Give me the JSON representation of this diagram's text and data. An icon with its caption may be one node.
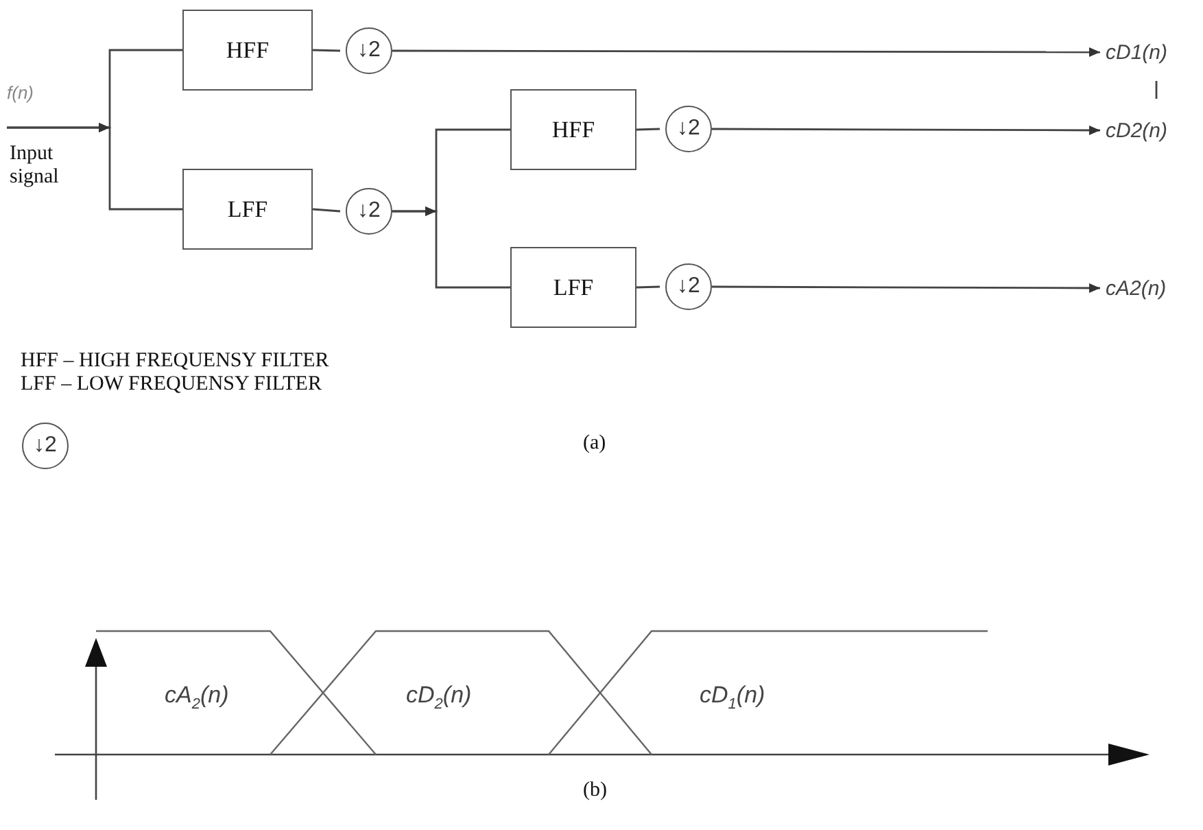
{
  "diagram": {
    "nodes": [
      {
        "text": [
          "f(n)"
        ],
        "beside": [
          "Input signal"
        ]
      },
      {
        "text": [
          "HFF"
        ]
      },
      {
        "text": [
          "LFF"
        ]
      },
      {
        "text": [
          "↓2"
        ]
      },
      {
        "text": [
          "↓2"
        ]
      },
      {
        "text": [
          "HFF"
        ]
      },
      {
        "text": [
          "LFF"
        ]
      },
      {
        "text": [
          "↓2"
        ]
      },
      {
        "text": [
          "↓2"
        ]
      },
      {
        "text": [
          "cD1(n)"
        ]
      },
      {
        "text": [
          "cD2(n)"
        ]
      },
      {
        "text": [
          "cA2(n)"
        ]
      },
      {
        "text": [
          "↓2"
        ]
      }
    ],
    "edges": [
      {
        "from": 0,
        "to": 1,
        "arrow": "to"
      },
      {
        "from": 0,
        "to": 2,
        "arrow": "to"
      },
      {
        "from": 1,
        "to": 3,
        "arrow": "none"
      },
      {
        "from": 2,
        "to": 4,
        "arrow": "none"
      },
      {
        "from": 3,
        "to": 9,
        "arrow": "to"
      },
      {
        "from": 4,
        "to": 5,
        "arrow": "to"
      },
      {
        "from": 4,
        "to": 6,
        "arrow": "to"
      },
      {
        "from": 5,
        "to": 7,
        "arrow": "none"
      },
      {
        "from": 6,
        "to": 8,
        "arrow": "none"
      },
      {
        "from": 7,
        "to": 10,
        "arrow": "to"
      },
      {
        "from": 8,
        "to": 11,
        "arrow": "to"
      },
      {
        "from": 9,
        "to": 10,
        "arrow": "none"
      }
    ],
    "labels": [
      "HFF – HIGH FREQUENSY FILTER",
      "LFF – LOW FREQUENSY FILTER",
      "(a)",
      "cA$_{2}$(n)",
      "cD$_{2}$(n)",
      "cD$_{1}$(n)",
      "(b)"
    ]
  }
}
